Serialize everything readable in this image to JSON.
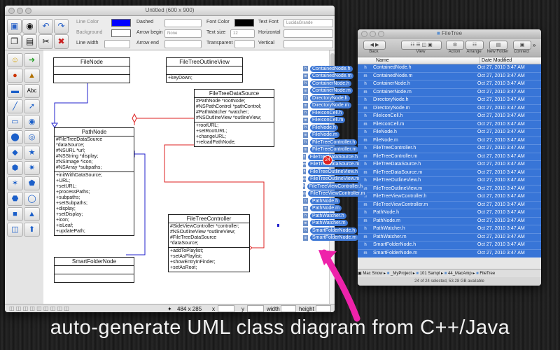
{
  "main_window": {
    "title": "Untitled (600 x 900)",
    "toolbar": {
      "line_color_label": "Line Color",
      "background_label": "Background",
      "line_width_label": "Line width",
      "dashed_label": "Dashed",
      "arrow_begin_label": "Arrow begin",
      "arrow_begin_value": "None",
      "arrow_end_label": "Arrow end",
      "font_color_label": "Font Color",
      "text_size_label": "Text size",
      "text_size_value": "12",
      "transparent_label": "Transparent",
      "text_font_label": "Text Font",
      "text_font_value": "LucidaGrande",
      "horizontal_label": "Horizontal",
      "vertical_label": "Vertical",
      "line_color": "#0000ff",
      "font_color": "#000000"
    },
    "status": {
      "size": "484 x 285",
      "x_label": "x",
      "y_label": "y",
      "width_label": "width",
      "height_label": "height"
    }
  },
  "diagram": {
    "classes": [
      {
        "name": "FileNode",
        "attrs": [],
        "methods": []
      },
      {
        "name": "FileTreeOutlineView",
        "attrs": [],
        "methods": [
          "+keyDown;"
        ]
      },
      {
        "name": "FileTreeDataSource",
        "attrs": [
          "#PathNode *rootNode;",
          "#NSPathControl *pathControl;",
          "#PathWatcher *watcher;",
          "#NSOutlineView *outlineView;"
        ],
        "methods": [
          "+rootURL;",
          "+setRootURL;",
          "+changeURL;",
          "+reloadPathNode;"
        ]
      },
      {
        "name": "PathNode",
        "attrs": [
          "#FileTreeDataSource",
          "*dataSource;",
          "#NSURL *url;",
          "#NSString *display;",
          "#NSImage *icon;",
          "#NSArray *subpaths;"
        ],
        "methods": [
          "+initWithDataSource;",
          "+URL;",
          "+setURL;",
          "+processPaths;",
          "+subpaths;",
          "+setSubpaths;",
          "+display;",
          "+setDisplay;",
          "+icon;",
          "+isLeaf;",
          "+updatePath;"
        ]
      },
      {
        "name": "FileTreeController",
        "attrs": [
          "#SideViewController *controller;",
          "#NSOutlineView *outlineView;",
          "#FileTreeDataSource",
          "*dataSource;"
        ],
        "methods": [
          "+addToPlaylist;",
          "+setAsPlaylist;",
          "+showEntryInFinder;",
          "+setAsRoot;"
        ]
      },
      {
        "name": "SmartFolderNode",
        "attrs": [],
        "methods": []
      }
    ]
  },
  "finder": {
    "title": "FileTree",
    "toolbar": {
      "back": "Back",
      "view": "View",
      "action": "Action",
      "arrange": "Arrange",
      "new_folder": "New Folder",
      "connect": "Connect"
    },
    "columns": {
      "name": "Name",
      "date": "Date Modified"
    },
    "files": [
      {
        "icon": "h",
        "name": "ContainedNode.h",
        "date": "Oct 27, 2010 3:47 AM"
      },
      {
        "icon": "m",
        "name": "ContainedNode.m",
        "date": "Oct 27, 2010 3:47 AM"
      },
      {
        "icon": "h",
        "name": "ContainerNode.h",
        "date": "Oct 27, 2010 3:47 AM"
      },
      {
        "icon": "m",
        "name": "ContainerNode.m",
        "date": "Oct 27, 2010 3:47 AM"
      },
      {
        "icon": "h",
        "name": "DirectoryNode.h",
        "date": "Oct 27, 2010 3:47 AM"
      },
      {
        "icon": "m",
        "name": "DirectoryNode.m",
        "date": "Oct 27, 2010 3:47 AM"
      },
      {
        "icon": "h",
        "name": "FileIconCell.h",
        "date": "Oct 27, 2010 3:47 AM"
      },
      {
        "icon": "m",
        "name": "FileIconCell.m",
        "date": "Oct 27, 2010 3:47 AM"
      },
      {
        "icon": "h",
        "name": "FileNode.h",
        "date": "Oct 27, 2010 3:47 AM"
      },
      {
        "icon": "m",
        "name": "FileNode.m",
        "date": "Oct 27, 2010 3:47 AM"
      },
      {
        "icon": "h",
        "name": "FileTreeController.h",
        "date": "Oct 27, 2010 3:47 AM"
      },
      {
        "icon": "m",
        "name": "FileTreeController.m",
        "date": "Oct 27, 2010 3:47 AM"
      },
      {
        "icon": "h",
        "name": "FileTreeDataSource.h",
        "date": "Oct 27, 2010 3:47 AM"
      },
      {
        "icon": "m",
        "name": "FileTreeDataSource.m",
        "date": "Oct 27, 2010 3:47 AM"
      },
      {
        "icon": "h",
        "name": "FileTreeOutlineView.h",
        "date": "Oct 27, 2010 3:47 AM"
      },
      {
        "icon": "m",
        "name": "FileTreeOutlineView.m",
        "date": "Oct 27, 2010 3:47 AM"
      },
      {
        "icon": "h",
        "name": "FileTreeViewController.h",
        "date": "Oct 27, 2010 3:47 AM"
      },
      {
        "icon": "m",
        "name": "FileTreeViewController.m",
        "date": "Oct 27, 2010 3:47 AM"
      },
      {
        "icon": "h",
        "name": "PathNode.h",
        "date": "Oct 27, 2010 3:47 AM"
      },
      {
        "icon": "m",
        "name": "PathNode.m",
        "date": "Oct 27, 2010 3:47 AM"
      },
      {
        "icon": "h",
        "name": "PathWatcher.h",
        "date": "Oct 27, 2010 3:47 AM"
      },
      {
        "icon": "m",
        "name": "PathWatcher.m",
        "date": "Oct 27, 2010 3:47 AM"
      },
      {
        "icon": "h",
        "name": "SmartFolderNode.h",
        "date": "Oct 27, 2010 3:47 AM"
      },
      {
        "icon": "m",
        "name": "SmartFolderNode.m",
        "date": "Oct 27, 2010 3:47 AM"
      }
    ],
    "path": [
      "Mac Snow",
      "_MyProject",
      "101 Sampl",
      "44_MacAmp",
      "FileTree"
    ],
    "status": "24 of 24 selected, 53.28 GB available"
  },
  "drag": {
    "badge": "24",
    "items": [
      {
        "icon": "h",
        "name": "ContainedNode.h"
      },
      {
        "icon": "m",
        "name": "ContainedNode.m"
      },
      {
        "icon": "h",
        "name": "ContainerNode.h"
      },
      {
        "icon": "m",
        "name": "ContainerNode.m"
      },
      {
        "icon": "h",
        "name": "DirectoryNode.h"
      },
      {
        "icon": "m",
        "name": "DirectoryNode.m"
      },
      {
        "icon": "h",
        "name": "FileIconCell.h"
      },
      {
        "icon": "m",
        "name": "FileIconCell.m"
      },
      {
        "icon": "h",
        "name": "FileNode.h"
      },
      {
        "icon": "m",
        "name": "FileNode.m"
      },
      {
        "icon": "h",
        "name": "FileTreeController.h"
      },
      {
        "icon": "m",
        "name": "FileTreeController.m"
      },
      {
        "icon": "h",
        "name": "FileTreeDataSource.h"
      },
      {
        "icon": "m",
        "name": "FileTreeDataSource.m"
      },
      {
        "icon": "h",
        "name": "FileTreeOutlineView.h"
      },
      {
        "icon": "m",
        "name": "FileTreeOutlineView.m"
      },
      {
        "icon": "h",
        "name": "FileTreeViewController.h"
      },
      {
        "icon": "m",
        "name": "FileTreeViewController.m"
      },
      {
        "icon": "h",
        "name": "PathNode.h"
      },
      {
        "icon": "m",
        "name": "PathNode.m"
      },
      {
        "icon": "h",
        "name": "PathWatcher.h"
      },
      {
        "icon": "m",
        "name": "PathWatcher.m"
      },
      {
        "icon": "h",
        "name": "SmartFolderNode.h"
      },
      {
        "icon": "m",
        "name": "SmartFolderNode.m"
      }
    ]
  },
  "caption": "auto-generate UML class diagram from C++/Java"
}
